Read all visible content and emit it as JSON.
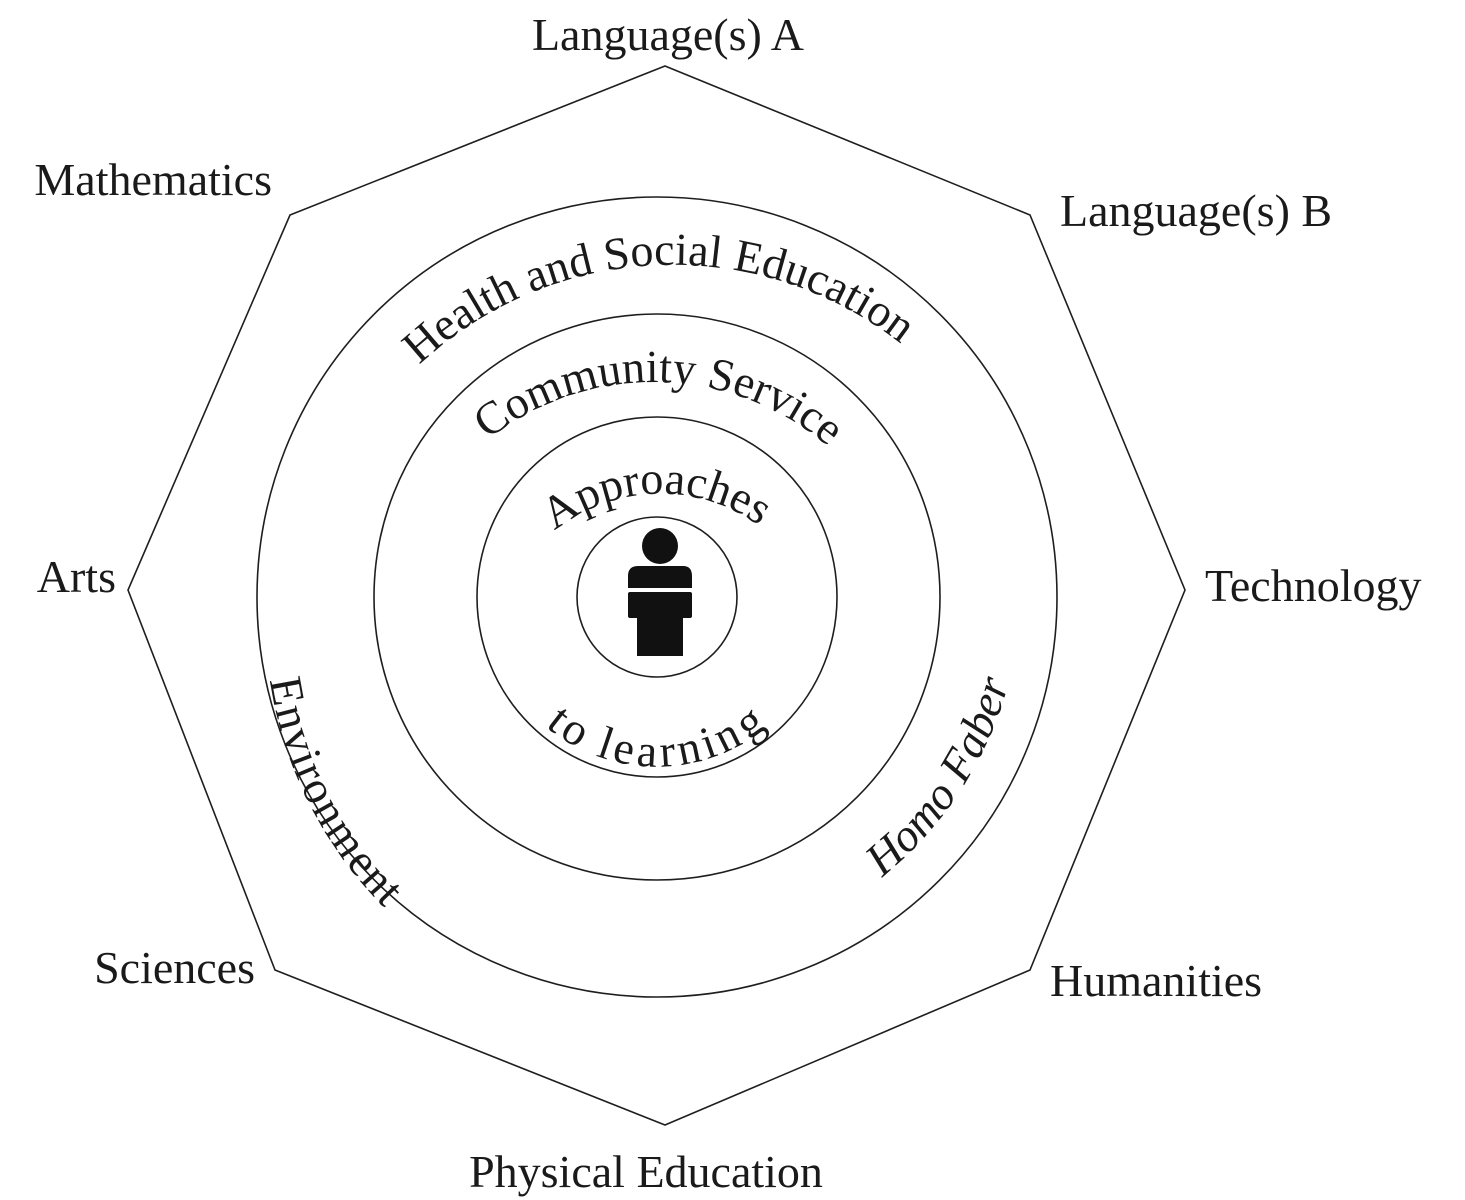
{
  "diagram": {
    "outer_labels": {
      "top": "Language(s) A",
      "top_right": "Language(s) B",
      "right": "Technology",
      "bottom_right": "Humanities",
      "bottom": "Physical Education",
      "bottom_left": "Sciences",
      "left": "Arts",
      "top_left": "Mathematics"
    },
    "rings": {
      "outer": "Health and Social Education",
      "outer_left": "Environment",
      "outer_right": "Homo Faber",
      "middle": "Community Service",
      "inner_top": "Approaches",
      "inner_bottom": "to learning"
    },
    "center_icon": "person-icon",
    "colors": {
      "line": "#1e1e1e",
      "text": "#1a1a1a",
      "background": "#ffffff"
    }
  }
}
